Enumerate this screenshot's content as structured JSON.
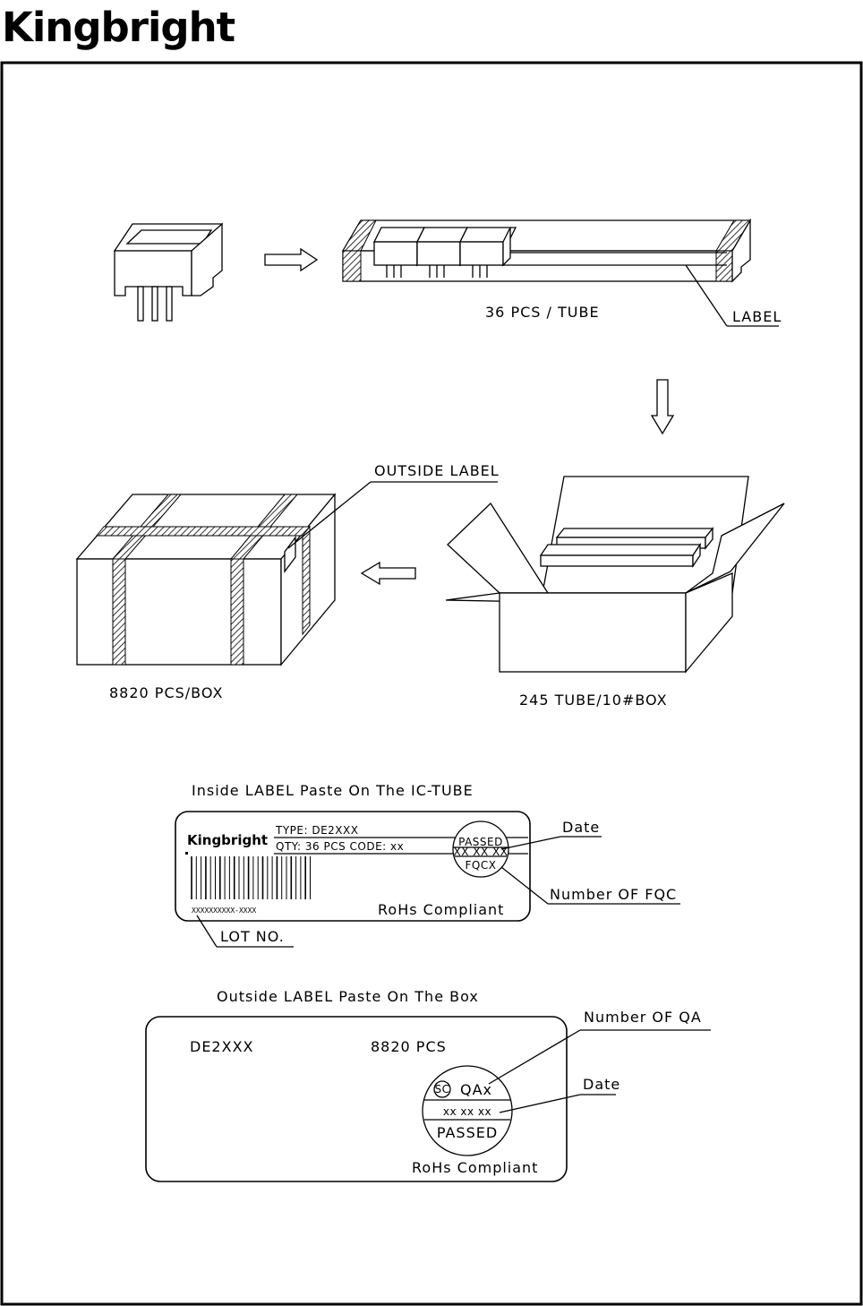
{
  "brand": {
    "logo_text": "Kingbright",
    "label_logo_text": "Kingbright"
  },
  "packaging": {
    "tube_caption": "36 PCS / TUBE",
    "tube_label_callout": "LABEL",
    "outside_label_callout": "OUTSIDE LABEL",
    "box_caption": "8820 PCS/BOX",
    "carton_caption": "245 TUBE/10#BOX"
  },
  "inside_label": {
    "heading": "Inside LABEL Paste On The IC-TUBE",
    "type_line": "TYPE: DE2XXX",
    "qty_line": "QTY: 36 PCS   CODE: xx",
    "stamp_passed": "PASSED",
    "stamp_date": "XX  XX  XX",
    "stamp_fqc": "FQCX",
    "serial": "XXXXXXXXXX-XXXX",
    "rohs": "RoHs Compliant",
    "callout_date": "Date",
    "callout_fqc": "Number OF FQC",
    "callout_lot": "LOT NO."
  },
  "outside_label": {
    "heading": "Outside LABEL Paste On The Box",
    "part": "DE2XXX",
    "qty": "8820 PCS",
    "stamp_sc": "SC",
    "stamp_qa": "QAx",
    "stamp_date": "xx  xx  xx",
    "stamp_passed": "PASSED",
    "rohs": "RoHs Compliant",
    "callout_qa": "Number OF QA",
    "callout_date": "Date"
  }
}
